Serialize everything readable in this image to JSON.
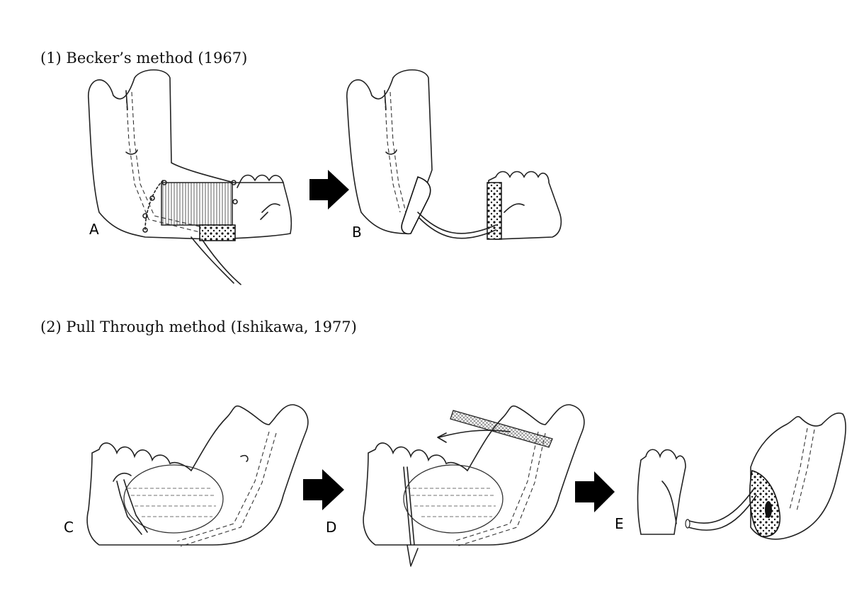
{
  "sections": [
    {
      "heading": "(1) Becker’s method (1967)",
      "panels": [
        "A",
        "B"
      ]
    },
    {
      "heading": "(2) Pull Through method (Ishikawa, 1977)",
      "panels": [
        "C",
        "D",
        "E"
      ]
    }
  ],
  "icons": [
    "right-arrow-icon"
  ]
}
